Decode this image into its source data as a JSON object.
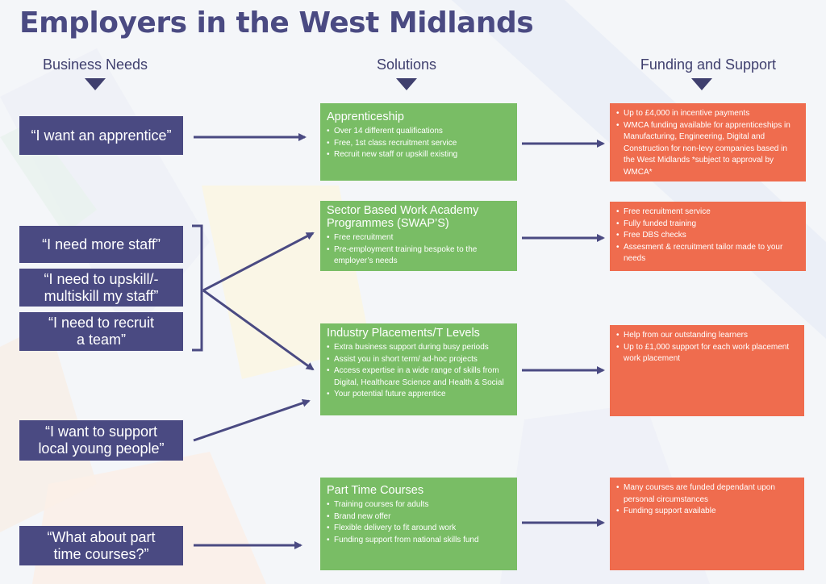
{
  "title": "Employers in the West Midlands",
  "columns": {
    "needs": "Business Needs",
    "solutions": "Solutions",
    "funding": "Funding and Support"
  },
  "needs": [
    "“I want an apprentice”",
    "“I need more staff”",
    "“I need to upskill/-\nmultiskill my staff”",
    "“I need to recruit\na team”",
    "“I want to support\nlocal young people”",
    "“What about part\ntime courses?”"
  ],
  "solutions": [
    {
      "title": "Apprenticeship",
      "items": [
        "Over 14 different qualifications",
        "Free, 1st class recruitment service",
        "Recruit new staff or upskill existing"
      ]
    },
    {
      "title": "Sector Based Work Academy\nProgrammes (SWAP’S)",
      "items": [
        "Free recruitment",
        "Pre-employment training bespoke to the employer’s needs"
      ]
    },
    {
      "title": "Industry Placements/T Levels",
      "items": [
        "Extra business support during busy periods",
        "Assist you in short term/ ad-hoc projects",
        "Access expertise in a wide range of skills from Digital, Healthcare Science and Health & Social",
        "Your potential future apprentice"
      ]
    },
    {
      "title": "Part Time Courses",
      "items": [
        "Training courses for adults",
        "Brand new offer",
        "Flexible delivery to fit around work",
        "Funding support from national skills fund"
      ]
    }
  ],
  "funding": [
    {
      "items": [
        "Up to £4,000 in incentive payments",
        "WMCA funding available for apprenticeships in Manufacturing, Engineering, Digital and Construction for non-levy companies based in the West Midlands *subject to approval by WMCA*"
      ]
    },
    {
      "items": [
        "Free recruitment service",
        "Fully funded training",
        "Free DBS checks",
        "Assesment & recruitment tailor made to your needs"
      ]
    },
    {
      "items": [
        "Help from our outstanding learners",
        "Up to £1,000 support for each work placement work placement"
      ]
    },
    {
      "items": [
        "Many courses are funded dependant upon personal circumstances",
        "Funding support available"
      ]
    }
  ],
  "colors": {
    "needs_box": "#4a4a82",
    "solution_box": "#79bd65",
    "funding_box": "#ef6c4e",
    "arrow": "#4a4a82",
    "title": "#4a4a82"
  }
}
